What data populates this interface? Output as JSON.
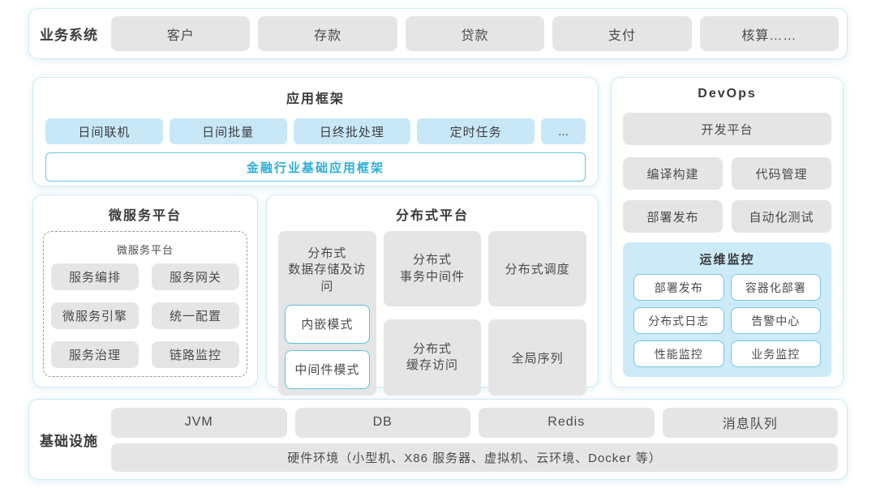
{
  "colors": {
    "panel_border": "#cfe9f3",
    "gray_button_bg": "#e5e5e6",
    "blue_button_bg": "#c8e8f8",
    "monitor_panel_bg": "#cdeaf8",
    "cyan_border": "#67c4df",
    "accent_cyan_text": "#28aed8",
    "text_dark": "#3b3b3e"
  },
  "business": {
    "label": "业务系统",
    "items": [
      "客户",
      "存款",
      "贷款",
      "支付",
      "核算……"
    ]
  },
  "app_framework": {
    "title": "应用框架",
    "modules": [
      "日间联机",
      "日间批量",
      "日终批处理",
      "定时任务",
      "..."
    ],
    "base_framework": "金融行业基础应用框架"
  },
  "microservice": {
    "title": "微服务平台",
    "inner_title": "微服务平台",
    "items": [
      "服务编排",
      "服务网关",
      "微服务引擎",
      "统一配置",
      "服务治理",
      "链路监控"
    ]
  },
  "distributed": {
    "title": "分布式平台",
    "storage": {
      "title": "分布式\n数据存储及访问",
      "modes": [
        "内嵌模式",
        "中间件模式"
      ]
    },
    "transaction": "分布式\n事务中间件",
    "cache": "分布式\n缓存访问",
    "schedule": "分布式调度",
    "sequence": "全局序列"
  },
  "devops": {
    "title": "DevOps",
    "platform": "开发平台",
    "tools": [
      "编译构建",
      "代码管理",
      "部署发布",
      "自动化测试"
    ],
    "monitor": {
      "title": "运维监控",
      "items": [
        "部署发布",
        "容器化部署",
        "分布式日志",
        "告警中心",
        "性能监控",
        "业务监控"
      ]
    }
  },
  "infrastructure": {
    "label": "基础设施",
    "items": [
      "JVM",
      "DB",
      "Redis",
      "消息队列"
    ],
    "hardware": "硬件环境（小型机、X86 服务器、虚拟机、云环境、Docker 等）"
  }
}
